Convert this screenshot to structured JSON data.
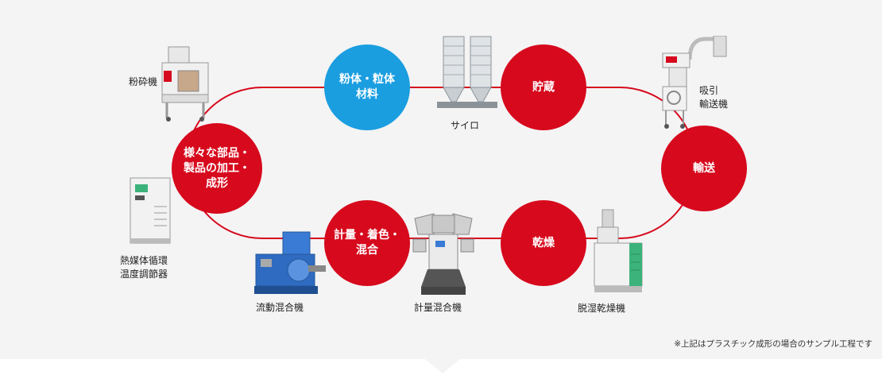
{
  "colors": {
    "red": "#d7091d",
    "blue": "#1a9ee0",
    "line": "#d7091d",
    "background": "#f4f4f4"
  },
  "nodes": {
    "powder": "粉体・粒体\n材料",
    "storage": "貯蔵",
    "transport": "輸送",
    "drying": "乾燥",
    "blending": "計量・着色・\n混合",
    "molding": "様々な部品・\n製品の加工・\n成形"
  },
  "labels": {
    "crusher": "粉砕機",
    "silo": "サイロ",
    "loader": "吸引\n輸送機",
    "dryer": "脱湿乾燥機",
    "doser": "計量混合機",
    "mixer": "流動混合機",
    "temp_controller": "熱媒体循環\n温度調節器"
  },
  "note": "※上記はプラスチック成形の場合のサンプル工程です"
}
